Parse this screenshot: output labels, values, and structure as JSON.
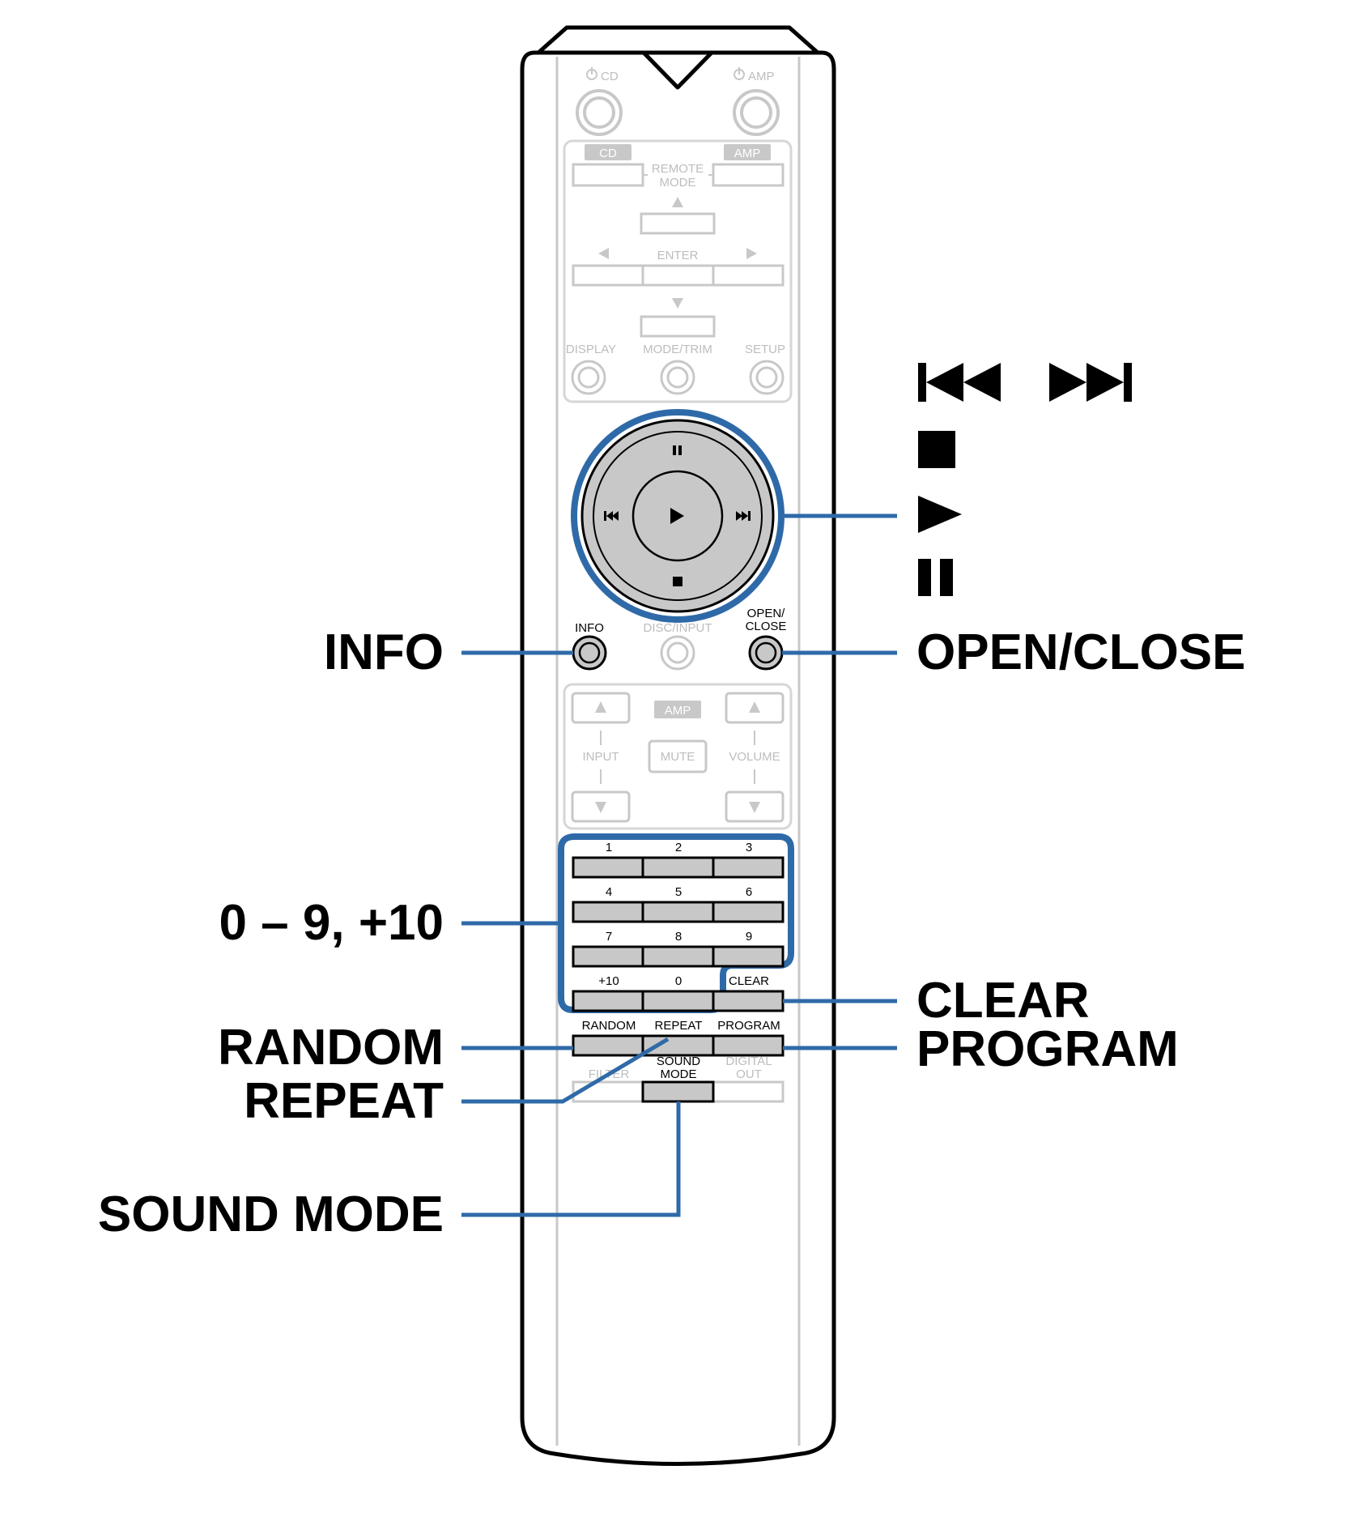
{
  "colors": {
    "accent": "#2f6aa8",
    "faint": "#c8c8c8",
    "active_fill": "#c8c8c8"
  },
  "remote": {
    "power_cd": "CD",
    "power_amp": "AMP",
    "power_icon": "power-icon",
    "remote_mode_tag_cd": "CD",
    "remote_mode_tag_amp": "AMP",
    "remote_mode_line1": "REMOTE",
    "remote_mode_line2": "MODE",
    "enter": "ENTER",
    "display": "DISPLAY",
    "mode_trim": "MODE/TRIM",
    "setup": "SETUP",
    "info": "INFO",
    "disc_input": "DISC/INPUT",
    "open_close_line1": "OPEN/",
    "open_close_line2": "CLOSE",
    "amp_tag": "AMP",
    "input": "INPUT",
    "mute": "MUTE",
    "volume": "VOLUME",
    "keys": [
      "1",
      "2",
      "3",
      "4",
      "5",
      "6",
      "7",
      "8",
      "9",
      "+10",
      "0",
      "CLEAR"
    ],
    "random": "RANDOM",
    "repeat": "REPEAT",
    "program": "PROGRAM",
    "filter": "FILTER",
    "sound_mode_line1": "SOUND",
    "sound_mode_line2": "MODE",
    "digital_out_line1": "DIGITAL",
    "digital_out_line2": "OUT"
  },
  "callouts": {
    "info": "INFO",
    "numbers": "0 – 9, +10",
    "random": "RANDOM",
    "repeat": "REPEAT",
    "sound_mode": "SOUND MODE",
    "open_close": "OPEN/CLOSE",
    "clear": "CLEAR",
    "program": "PROGRAM"
  },
  "transport_legend": [
    "skip-back-icon",
    "skip-forward-icon",
    "stop-icon",
    "play-icon",
    "pause-icon"
  ]
}
